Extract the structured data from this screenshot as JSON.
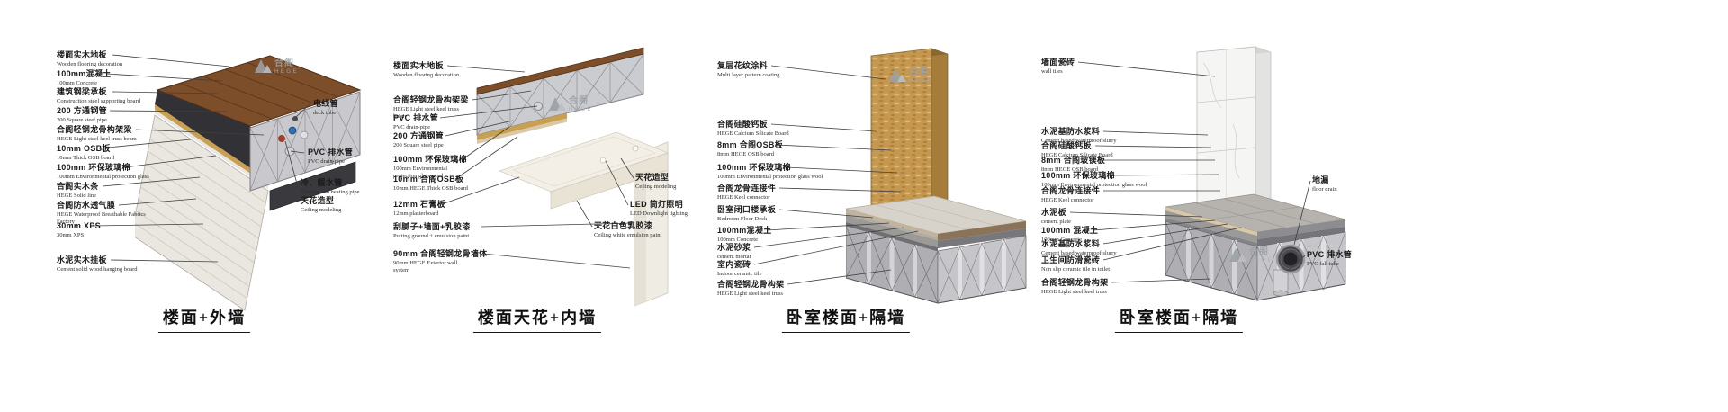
{
  "page": {
    "background": "#ffffff"
  },
  "watermark": {
    "zh": "合阁",
    "en": "HEGE"
  },
  "panels": [
    {
      "title": "楼面+外墙",
      "labels_left": [
        {
          "zh": "楼面实木地板",
          "en": "Wooden flooring decoration"
        },
        {
          "zh": "100mm混凝土",
          "en": "100mm Concrete"
        },
        {
          "zh": "建筑钢梁承板",
          "en": "Construction steel supporting board"
        },
        {
          "zh": "200 方通钢管",
          "en": "200 Square steel pipe"
        },
        {
          "zh": "合阁轻钢龙骨构架梁",
          "en": "HEGE Light steel keel truss beam"
        },
        {
          "zh": "10mm OSB板",
          "en": "10mm Thick OSB board"
        },
        {
          "zh": "100mm 环保玻璃棉",
          "en": "100mm Environmental protection glass wool"
        },
        {
          "zh": "合阁实木条",
          "en": "HEGE Solid line"
        },
        {
          "zh": "合阁防水透气膜",
          "en": "HEGE Waterproof Breathable Fabrics Factory"
        },
        {
          "zh": "30mm XPS",
          "en": "30mm XPS"
        },
        {
          "zh": "水泥实木挂板",
          "en": "Cement solid wood hanging board"
        }
      ],
      "labels_right": [
        {
          "zh": "电线管",
          "en": "deck tube"
        },
        {
          "zh": "PVC 排水管",
          "en": "PVC drain-pipe"
        },
        {
          "zh": "冷、暖水管",
          "en": "Cooling and heating pipe"
        },
        {
          "zh": "天花造型",
          "en": "Ceiling modeling"
        }
      ]
    },
    {
      "title": "楼面天花+内墙",
      "labels_left": [
        {
          "zh": "楼面实木地板",
          "en": "Wooden flooring decoration"
        },
        {
          "zh": "合阁轻钢龙骨构架梁",
          "en": "HEGE Light steel keel truss beam"
        },
        {
          "zh": "PVC 排水管",
          "en": "PVC drain-pipe"
        },
        {
          "zh": "200 方通钢管",
          "en": "200 Square steel pipe"
        },
        {
          "zh": "100mm 环保玻璃棉",
          "en": "100mm Environmental protection glass wool"
        },
        {
          "zh": "10mm 合阁OSB板",
          "en": "10mm HEGE Thick OSB board"
        },
        {
          "zh": "12mm 石膏板",
          "en": "12mm plasterboard"
        },
        {
          "zh": "刮腻子+墙面+乳胶漆",
          "en": "Putting ground + emulsion paint"
        },
        {
          "zh": "90mm 合阁轻钢龙骨墙体",
          "en": "90mm HEGE Exterior wall system"
        }
      ],
      "labels_right": [
        {
          "zh": "天花造型",
          "en": "Ceiling modeling"
        },
        {
          "zh": "LED 筒灯照明",
          "en": "LED Downlight lighting"
        },
        {
          "zh": "天花白色乳胶漆",
          "en": "Ceiling white emulsion paint"
        }
      ]
    },
    {
      "title": "卧室楼面+隔墙",
      "labels_left": [
        {
          "zh": "复层花纹涂料",
          "en": "Multi layer pattern coating"
        },
        {
          "zh": "合阁硅酸钙板",
          "en": "HEGE Calcium Silicate Board"
        },
        {
          "zh": "8mm 合阁OSB板",
          "en": "8mm HEGE OSB board"
        },
        {
          "zh": "100mm 环保玻璃棉",
          "en": "100mm Environmental protection glass wool"
        },
        {
          "zh": "合阁龙骨连接件",
          "en": "HEGE Keel connector"
        },
        {
          "zh": "卧室闭口楼承板",
          "en": "Bedroom Floor Deck"
        },
        {
          "zh": "100mm混凝土",
          "en": "100mm Concrete"
        },
        {
          "zh": "水泥砂浆",
          "en": "cement mortar"
        },
        {
          "zh": "室内瓷砖",
          "en": "Indoor ceramic tile"
        },
        {
          "zh": "合阁轻钢龙骨构架",
          "en": "HEGE Light steel keel truss"
        }
      ],
      "labels_right": []
    },
    {
      "title": "卧室楼面+隔墙",
      "labels_left": [
        {
          "zh": "墙面瓷砖",
          "en": "wall tiles"
        },
        {
          "zh": "水泥基防水浆料",
          "en": "Cement based waterproof slurry"
        },
        {
          "zh": "合阁硅酸钙板",
          "en": "HEGE Calcium Silicate Board"
        },
        {
          "zh": "8mm 合阁玻镁板",
          "en": "8mm HEGE OSB board"
        },
        {
          "zh": "100mm 环保玻璃棉",
          "en": "100mm Environmental protection glass wool"
        },
        {
          "zh": "合阁龙骨连接件",
          "en": "HEGE Keel connector"
        },
        {
          "zh": "水泥板",
          "en": "cement plate"
        },
        {
          "zh": "100mm 混凝土",
          "en": "100mm Concrete"
        },
        {
          "zh": "水泥基防水浆料",
          "en": "Cement based waterproof slurry"
        },
        {
          "zh": "卫生间防滑瓷砖",
          "en": "Non slip ceramic tile in toilet"
        },
        {
          "zh": "合阁轻钢龙骨构架",
          "en": "HEGE Light steel keel truss"
        }
      ],
      "labels_right": [
        {
          "zh": "地漏",
          "en": "floor drain"
        },
        {
          "zh": "PVC 排水管",
          "en": "PVC fall tube"
        }
      ]
    }
  ]
}
